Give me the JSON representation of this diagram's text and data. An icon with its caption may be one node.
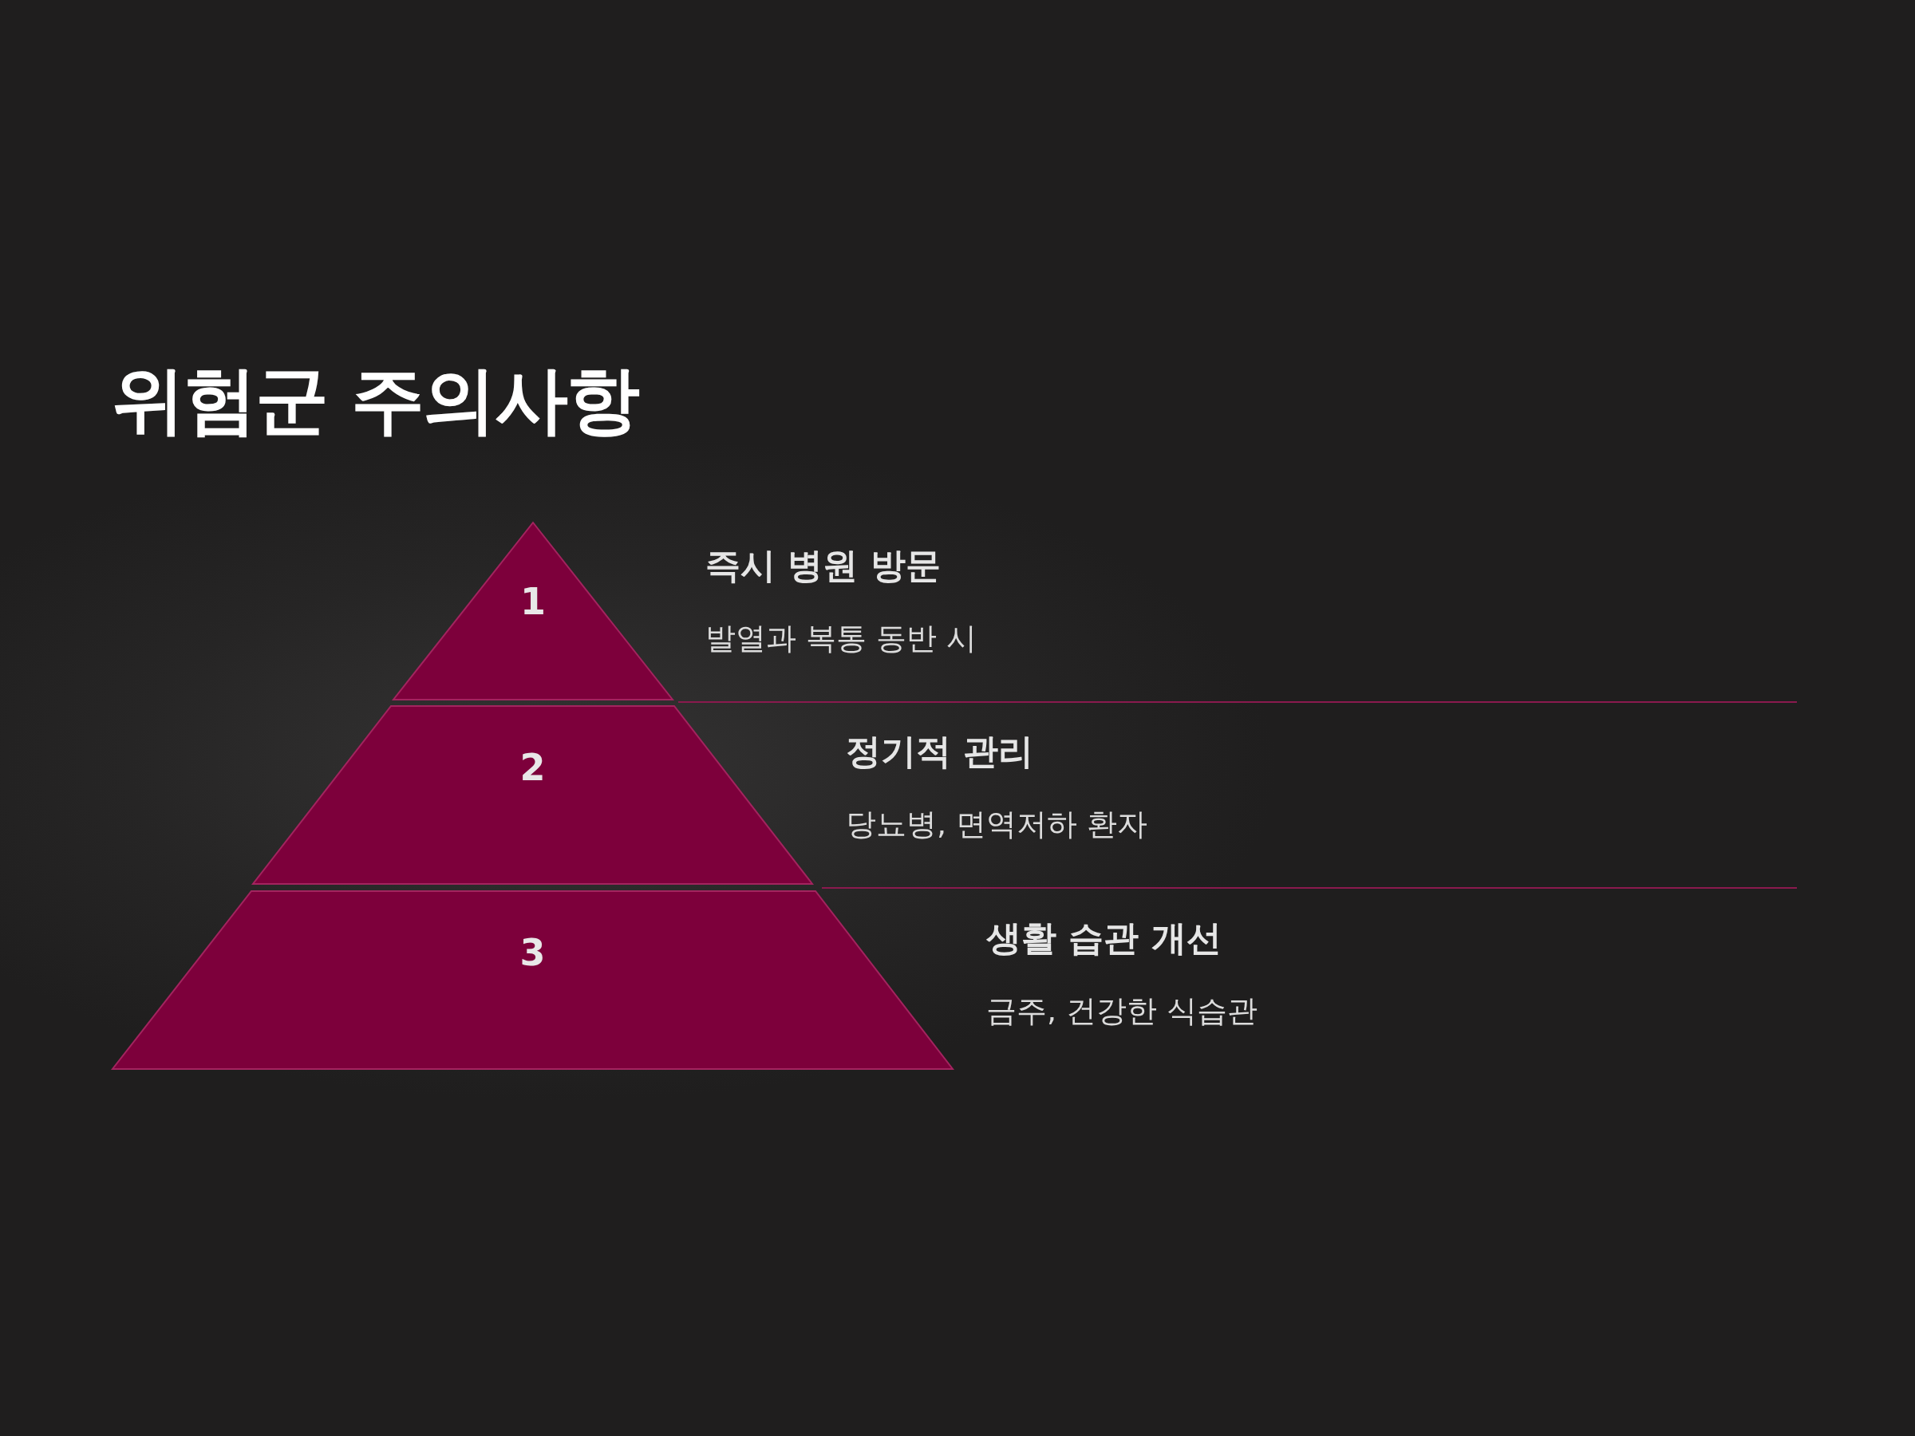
{
  "diagram": {
    "title": "위험군 주의사항",
    "nodes": [
      {
        "text": [
          "1"
        ],
        "beside": [
          "즉시 병원 방문",
          "발열과 복통 동반 시"
        ]
      },
      {
        "text": [
          "2"
        ],
        "beside": [
          "정기적 관리",
          "당뇨병, 면역저하 환자"
        ]
      },
      {
        "text": [
          "3"
        ],
        "beside": [
          "생활 습관 개선",
          "금주, 건강한 식습관"
        ]
      }
    ]
  }
}
